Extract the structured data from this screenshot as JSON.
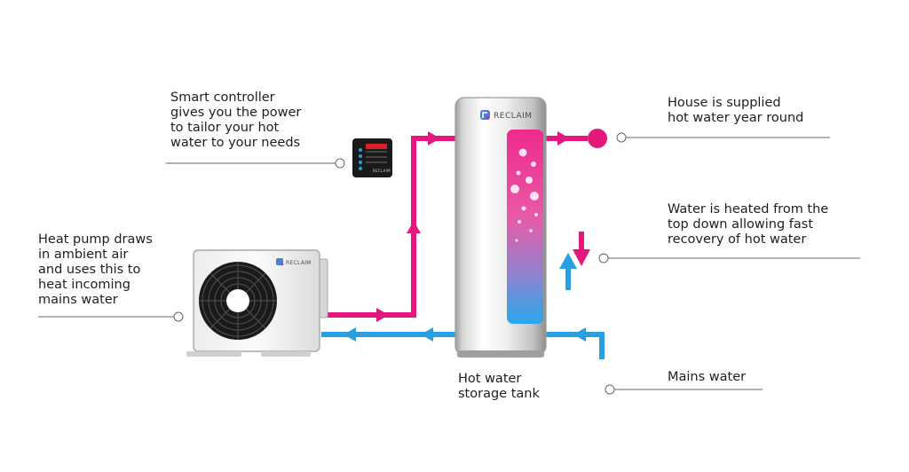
{
  "annotations": {
    "controller": "Smart controller\ngives you the power\nto tailor your hot\nwater to your needs",
    "heat_pump": "Heat pump draws\nin ambient air\nand uses this to\nheat incoming\nmains water",
    "house": "House is supplied\nhot water year round",
    "heating": "Water is heated from the\ntop down allowing fast\nrecovery of hot water",
    "mains": "Mains water",
    "tank": "Hot water\nstorage tank"
  },
  "branding": {
    "tank_logo": "RECLAIM",
    "unit_logo": "RECLAIM",
    "controller_logo": "RECLAIM"
  },
  "colors": {
    "hot": "#e4177f",
    "cold": "#2a9fe0",
    "leader": "#666666"
  },
  "icons": [
    "fan-icon",
    "up-arrow-icon",
    "down-arrow-icon",
    "tap-outlet-icon"
  ]
}
